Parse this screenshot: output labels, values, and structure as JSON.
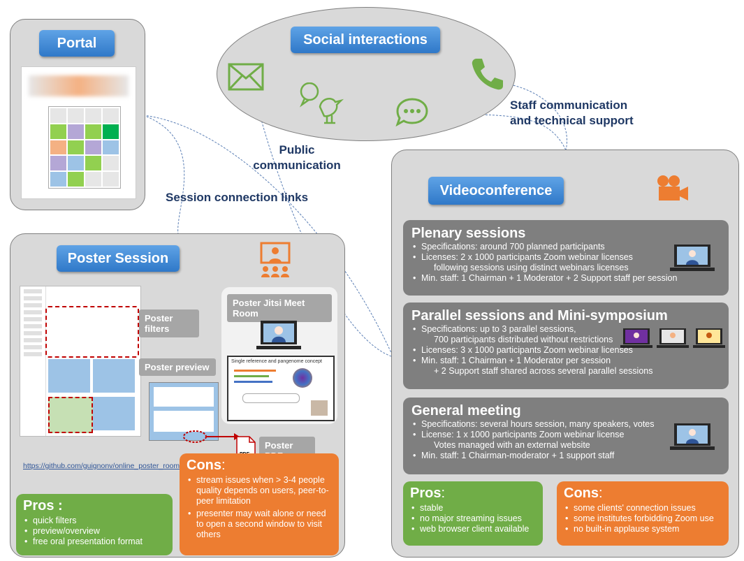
{
  "portal": {
    "title": "Portal"
  },
  "social": {
    "title": "Social interactions"
  },
  "links": {
    "public_line1": "Public",
    "public_line2": "communication",
    "staff_line1": "Staff communication",
    "staff_line2": "and technical support",
    "session_links": "Session connection links"
  },
  "poster": {
    "title": "Poster Session",
    "filters": "Poster filters",
    "preview": "Poster preview",
    "jitsi": "Poster Jitsi Meet Room",
    "pdf": "Poster PDF",
    "pdf_icon": "PDF",
    "github": "https://github.com/guignonv/online_poster_room",
    "slide_title": "Single reference and pangenome concept",
    "pros_title": "Pros",
    "pros_colon": " :",
    "pros": [
      "quick filters",
      "preview/overview",
      "free oral presentation format"
    ],
    "cons_title": "Cons",
    "cons_colon": ":",
    "cons": [
      "stream issues when > 3-4 people quality depends on users, peer-to-peer limitation",
      "presenter may wait alone or need to open a second window to visit others"
    ]
  },
  "video": {
    "title": "Videoconference",
    "plenary": {
      "title": "Plenary sessions",
      "items": [
        {
          "text": "Specifications: around 700 planned participants",
          "sub": ""
        },
        {
          "text": "Licenses: 2 x 1000 participants Zoom webinar licenses",
          "sub": "following sessions using distinct webinars licenses"
        },
        {
          "text": "Min. staff: 1 Chairman + 1 Moderator + 2 Support staff per session",
          "sub": ""
        }
      ]
    },
    "parallel": {
      "title": "Parallel sessions and Mini-symposium",
      "items": [
        {
          "text": "Specifications: up to 3 parallel sessions,",
          "sub": "700 participants distributed without restrictions"
        },
        {
          "text": "Licenses: 3 x 1000 participants Zoom webinar licenses",
          "sub": ""
        },
        {
          "text": "Min. staff: 1 Chairman + 1 Moderator per session",
          "sub": "+ 2 Support staff shared across several parallel sessions"
        }
      ]
    },
    "general": {
      "title": "General meeting",
      "items": [
        {
          "text": "Specifications: several hours session, many speakers, votes",
          "sub": ""
        },
        {
          "text": "License: 1 x 1000 participants Zoom webinar license",
          "sub": "Votes managed with an external website"
        },
        {
          "text": "Min. staff: 1 Chairman-moderator + 1 support staff",
          "sub": ""
        }
      ]
    },
    "pros_title": "Pros",
    "pros_colon": ":",
    "pros": [
      "stable",
      "no major streaming issues",
      "web browser client available"
    ],
    "cons_title": "Cons",
    "cons_colon": ":",
    "cons": [
      "some clients' connection issues",
      "some institutes forbidding Zoom use",
      "no built-in applause system"
    ]
  },
  "colors": {
    "accent_blue": "#2f78c8",
    "panel_gray": "#d9d9d9",
    "box_gray": "#7f7f7f",
    "pros_green": "#70ad47",
    "cons_orange": "#ed7d31",
    "icon_green": "#70ad47",
    "icon_orange": "#ed7d31",
    "label_navy": "#1f3864"
  }
}
